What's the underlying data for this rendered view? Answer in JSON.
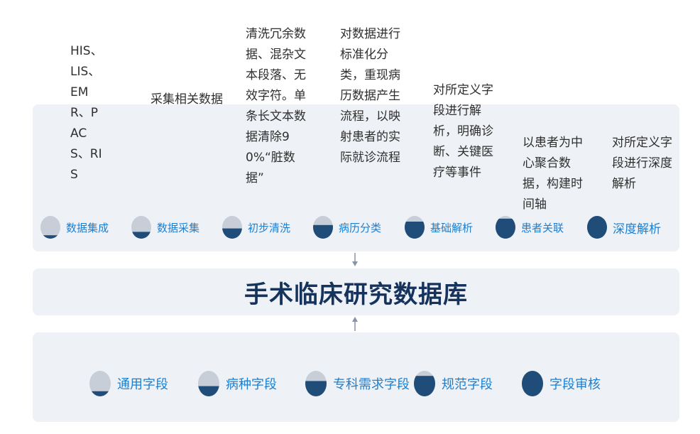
{
  "descriptions": [
    "HIS、LIS、EMR、PACS、RIS",
    "采集相关数据",
    "清洗冗余数据、混杂文本段落、无效字符。单条长文本数据清除90%“脏数据”",
    "对数据进行标准化分类，重现病历数据产生流程，以映射患者的实际就诊流程",
    "对所定义字段进行解析，明确诊断、关键医疗等事件",
    "以患者为中心聚合数据，构建时间轴",
    "对所定义字段进行深度解析"
  ],
  "stages": [
    {
      "label": "数据集成",
      "fill": 0.15,
      "icon": "gauge-icon"
    },
    {
      "label": "数据采集",
      "fill": 0.3,
      "icon": "gauge-icon"
    },
    {
      "label": "初步清洗",
      "fill": 0.45,
      "icon": "gauge-icon"
    },
    {
      "label": "病历分类",
      "fill": 0.6,
      "icon": "gauge-icon"
    },
    {
      "label": "基础解析",
      "fill": 0.75,
      "icon": "gauge-icon"
    },
    {
      "label": "患者关联",
      "fill": 0.88,
      "icon": "gauge-icon"
    },
    {
      "label": "深度解析",
      "fill": 1.0,
      "icon": "gauge-icon"
    }
  ],
  "title": "手术临床研究数据库",
  "fields": [
    {
      "label": "通用字段",
      "fill": 0.2,
      "icon": "gauge-icon"
    },
    {
      "label": "病种字段",
      "fill": 0.4,
      "icon": "gauge-icon"
    },
    {
      "label": "专科需求字段",
      "fill": 0.6,
      "icon": "gauge-icon"
    },
    {
      "label": "规范字段",
      "fill": 0.8,
      "icon": "gauge-icon"
    },
    {
      "label": "字段审核",
      "fill": 1.0,
      "icon": "gauge-icon"
    }
  ],
  "colors": {
    "band": "#eef1f5",
    "gauge_fill": "#1f4c78",
    "gauge_empty": "#c7ced8",
    "label": "#1e7fd0",
    "title": "#15335c"
  }
}
